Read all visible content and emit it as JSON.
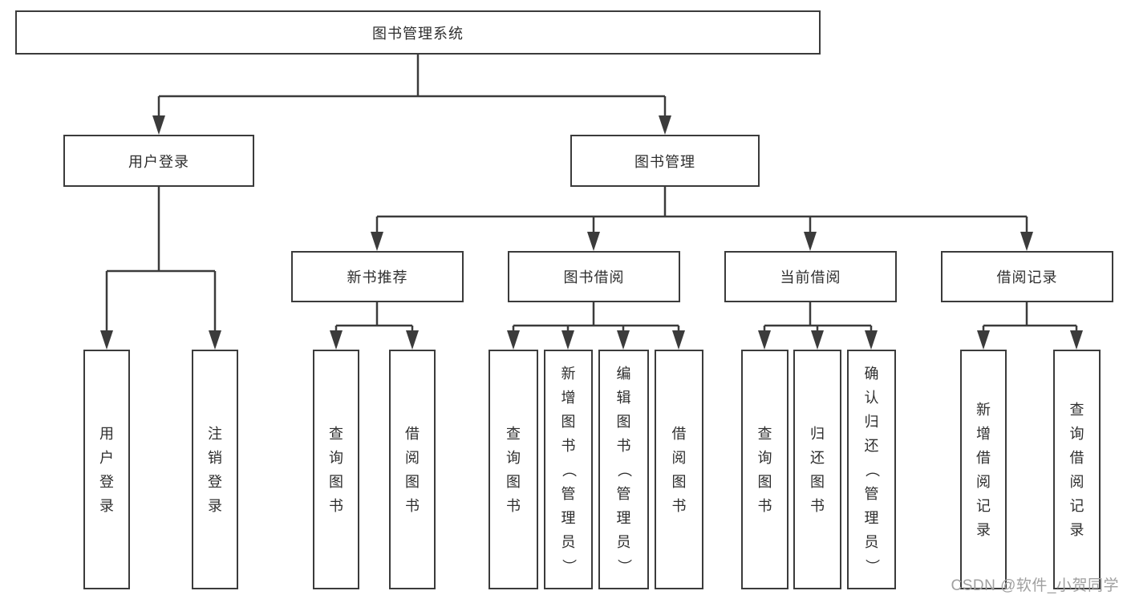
{
  "diagram": {
    "tree": {
      "root": {
        "label": "图书管理系统"
      },
      "branches": [
        {
          "label": "用户登录",
          "children": [
            {
              "label": "用户登录"
            },
            {
              "label": "注销登录"
            }
          ]
        },
        {
          "label": "图书管理",
          "children": [
            {
              "label": "新书推荐",
              "children": [
                {
                  "label": "查询图书"
                },
                {
                  "label": "借阅图书"
                }
              ]
            },
            {
              "label": "图书借阅",
              "children": [
                {
                  "label": "查询图书"
                },
                {
                  "label": "新增图书（管理员）"
                },
                {
                  "label": "编辑图书（管理员）"
                },
                {
                  "label": "借阅图书"
                }
              ]
            },
            {
              "label": "当前借阅",
              "children": [
                {
                  "label": "查询图书"
                },
                {
                  "label": "归还图书"
                },
                {
                  "label": "确认归还（管理员）"
                }
              ]
            },
            {
              "label": "借阅记录",
              "children": [
                {
                  "label": "新增借阅记录"
                },
                {
                  "label": "查询借阅记录"
                }
              ]
            }
          ]
        }
      ]
    },
    "colors": {
      "line": "#3b3b3b",
      "text": "#2e2e2e",
      "watermark": "#a0a0a0"
    },
    "watermark": "CSDN @软件_小贺同学"
  }
}
